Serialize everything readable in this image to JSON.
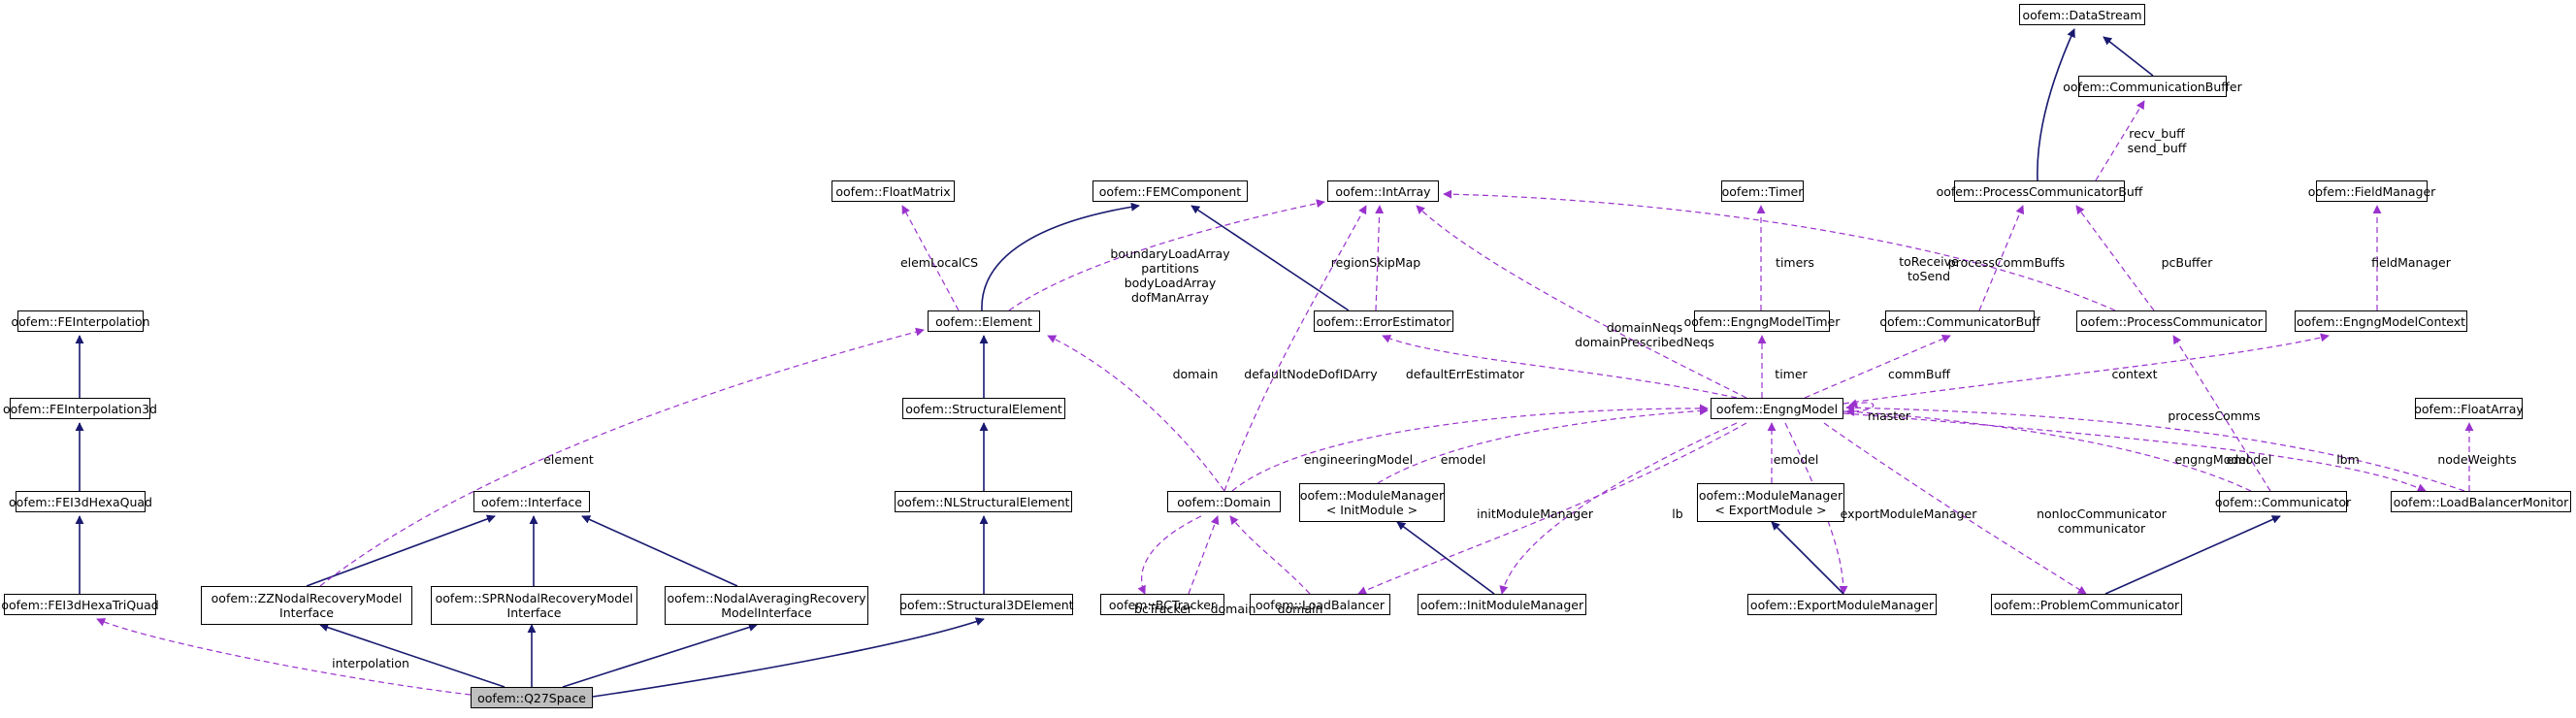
{
  "colors": {
    "inheritance": "#191970",
    "usage": "#9a32cd",
    "focus_fill": "#bfbfbf"
  },
  "nodes": [
    {
      "id": "datastream",
      "lines": [
        "oofem::DataStream"
      ]
    },
    {
      "id": "commbuffer",
      "lines": [
        "oofem::CommunicationBuffer"
      ]
    },
    {
      "id": "pcbuff",
      "lines": [
        "oofem::ProcessCommunicatorBuff"
      ]
    },
    {
      "id": "floatmatrix",
      "lines": [
        "oofem::FloatMatrix"
      ]
    },
    {
      "id": "femcomponent",
      "lines": [
        "oofem::FEMComponent"
      ]
    },
    {
      "id": "intarray",
      "lines": [
        "oofem::IntArray"
      ]
    },
    {
      "id": "timer",
      "lines": [
        "oofem::Timer"
      ]
    },
    {
      "id": "fieldmanager",
      "lines": [
        "oofem::FieldManager"
      ]
    },
    {
      "id": "feinterp",
      "lines": [
        "oofem::FEInterpolation"
      ]
    },
    {
      "id": "element",
      "lines": [
        "oofem::Element"
      ]
    },
    {
      "id": "errorestimator",
      "lines": [
        "oofem::ErrorEstimator"
      ]
    },
    {
      "id": "engngmodeltimer",
      "lines": [
        "oofem::EngngModelTimer"
      ]
    },
    {
      "id": "commbuff",
      "lines": [
        "oofem::CommunicatorBuff"
      ]
    },
    {
      "id": "processcomm",
      "lines": [
        "oofem::ProcessCommunicator"
      ]
    },
    {
      "id": "engngctx",
      "lines": [
        "oofem::EngngModelContext"
      ]
    },
    {
      "id": "feinterp3d",
      "lines": [
        "oofem::FEInterpolation3d"
      ]
    },
    {
      "id": "structelement",
      "lines": [
        "oofem::StructuralElement"
      ]
    },
    {
      "id": "engngmodel",
      "lines": [
        "oofem::EngngModel"
      ]
    },
    {
      "id": "floatarray",
      "lines": [
        "oofem::FloatArray"
      ]
    },
    {
      "id": "fei3dhexaquad",
      "lines": [
        "oofem::FEI3dHexaQuad"
      ]
    },
    {
      "id": "interface",
      "lines": [
        "oofem::Interface"
      ]
    },
    {
      "id": "nlstructelement",
      "lines": [
        "oofem::NLStructuralElement"
      ]
    },
    {
      "id": "domain",
      "lines": [
        "oofem::Domain"
      ]
    },
    {
      "id": "mminit",
      "lines": [
        "oofem::ModuleManager",
        "< InitModule >"
      ]
    },
    {
      "id": "mmexport",
      "lines": [
        "oofem::ModuleManager",
        "< ExportModule >"
      ]
    },
    {
      "id": "communicator",
      "lines": [
        "oofem::Communicator"
      ]
    },
    {
      "id": "lbmonitor",
      "lines": [
        "oofem::LoadBalancerMonitor"
      ]
    },
    {
      "id": "fei3dhexatriquad",
      "lines": [
        "oofem::FEI3dHexaTriQuad"
      ]
    },
    {
      "id": "zzinterface",
      "lines": [
        "oofem::ZZNodalRecoveryModel",
        "Interface"
      ]
    },
    {
      "id": "sprinterface",
      "lines": [
        "oofem::SPRNodalRecoveryModel",
        "Interface"
      ]
    },
    {
      "id": "nainterface",
      "lines": [
        "oofem::NodalAveragingRecovery",
        "ModelInterface"
      ]
    },
    {
      "id": "struct3delement",
      "lines": [
        "oofem::Structural3DElement"
      ]
    },
    {
      "id": "bctracker",
      "lines": [
        "oofem::BCTracker"
      ]
    },
    {
      "id": "loadbalancer",
      "lines": [
        "oofem::LoadBalancer"
      ]
    },
    {
      "id": "initmodulemanager",
      "lines": [
        "oofem::InitModuleManager"
      ]
    },
    {
      "id": "exportmodulemanager",
      "lines": [
        "oofem::ExportModuleManager"
      ]
    },
    {
      "id": "problemcomm",
      "lines": [
        "oofem::ProblemCommunicator"
      ]
    },
    {
      "id": "q27space",
      "lines": [
        "oofem::Q27Space"
      ],
      "focus": true
    }
  ],
  "edge_labels": [
    {
      "id": "recv-send-buff",
      "lines": [
        "recv_buff",
        "send_buff"
      ]
    },
    {
      "id": "to-receive-send",
      "lines": [
        "toReceive",
        "toSend"
      ]
    },
    {
      "id": "process-comm-buffs",
      "lines": [
        "processCommBuffs"
      ]
    },
    {
      "id": "pc-buffer",
      "lines": [
        "pcBuffer"
      ]
    },
    {
      "id": "field-manager",
      "lines": [
        "fieldManager"
      ]
    },
    {
      "id": "elem-local-cs",
      "lines": [
        "elemLocalCS"
      ]
    },
    {
      "id": "element-arrays",
      "lines": [
        "boundaryLoadArray",
        "partitions",
        "bodyLoadArray",
        "dofManArray"
      ]
    },
    {
      "id": "region-skip-map",
      "lines": [
        "regionSkipMap"
      ]
    },
    {
      "id": "timers",
      "lines": [
        "timers"
      ]
    },
    {
      "id": "domain-neqs",
      "lines": [
        "domainNeqs",
        "domainPrescribedNeqs"
      ]
    },
    {
      "id": "element",
      "lines": [
        "element"
      ]
    },
    {
      "id": "domain",
      "lines": [
        "domain"
      ]
    },
    {
      "id": "default-node-dof-id-arry",
      "lines": [
        "defaultNodeDofIDArry"
      ]
    },
    {
      "id": "default-err-estimator",
      "lines": [
        "defaultErrEstimator"
      ]
    },
    {
      "id": "timer",
      "lines": [
        "timer"
      ]
    },
    {
      "id": "comm-buff",
      "lines": [
        "commBuff"
      ]
    },
    {
      "id": "context",
      "lines": [
        "context"
      ]
    },
    {
      "id": "master",
      "lines": [
        "master"
      ]
    },
    {
      "id": "process-comms",
      "lines": [
        "processComms"
      ]
    },
    {
      "id": "node-weights",
      "lines": [
        "nodeWeights"
      ]
    },
    {
      "id": "engineering-model",
      "lines": [
        "engineeringModel"
      ]
    },
    {
      "id": "emodel-mminit",
      "lines": [
        "emodel"
      ]
    },
    {
      "id": "emodel-mmexport",
      "lines": [
        "emodel"
      ]
    },
    {
      "id": "engng-model",
      "lines": [
        "engngModel"
      ]
    },
    {
      "id": "emodel-comm",
      "lines": [
        "emodel"
      ]
    },
    {
      "id": "lbm",
      "lines": [
        "lbm"
      ]
    },
    {
      "id": "init-module-manager",
      "lines": [
        "initModuleManager"
      ]
    },
    {
      "id": "lb",
      "lines": [
        "lb"
      ]
    },
    {
      "id": "export-module-manager",
      "lines": [
        "exportModuleManager"
      ]
    },
    {
      "id": "nonloc-communicator",
      "lines": [
        "nonlocCommunicator",
        "communicator"
      ]
    },
    {
      "id": "bc-tracker",
      "lines": [
        "bcTracker"
      ]
    },
    {
      "id": "domain-bctracker",
      "lines": [
        "domain"
      ]
    },
    {
      "id": "domain-loadbalancer",
      "lines": [
        "domain"
      ]
    },
    {
      "id": "interpolation",
      "lines": [
        "interpolation"
      ]
    }
  ]
}
